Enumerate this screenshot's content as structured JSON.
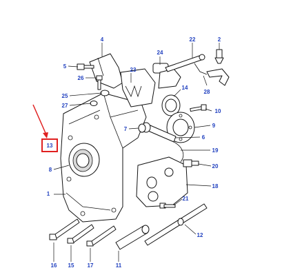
{
  "callouts": [
    {
      "id": "c1",
      "label": "1"
    },
    {
      "id": "c2",
      "label": "2"
    },
    {
      "id": "c4",
      "label": "4"
    },
    {
      "id": "c5",
      "label": "5"
    },
    {
      "id": "c6",
      "label": "6"
    },
    {
      "id": "c7",
      "label": "7"
    },
    {
      "id": "c8",
      "label": "8"
    },
    {
      "id": "c9",
      "label": "9"
    },
    {
      "id": "c10",
      "label": "10"
    },
    {
      "id": "c11",
      "label": "11"
    },
    {
      "id": "c12",
      "label": "12"
    },
    {
      "id": "c13",
      "label": "13"
    },
    {
      "id": "c14",
      "label": "14"
    },
    {
      "id": "c15",
      "label": "15"
    },
    {
      "id": "c16",
      "label": "16"
    },
    {
      "id": "c17",
      "label": "17"
    },
    {
      "id": "c18",
      "label": "18"
    },
    {
      "id": "c19",
      "label": "19"
    },
    {
      "id": "c20",
      "label": "20"
    },
    {
      "id": "c21",
      "label": "21"
    },
    {
      "id": "c22",
      "label": "22"
    },
    {
      "id": "c23",
      "label": "23"
    },
    {
      "id": "c24",
      "label": "24"
    },
    {
      "id": "c25",
      "label": "25"
    },
    {
      "id": "c26",
      "label": "26"
    },
    {
      "id": "c27",
      "label": "27"
    },
    {
      "id": "c28",
      "label": "28"
    }
  ],
  "highlight": {
    "callout": "13",
    "box_color": "#e02020",
    "arrow_color": "#e02020"
  },
  "colors": {
    "callout_text": "#1f3fbf",
    "line": "#111111",
    "background": "#ffffff"
  }
}
